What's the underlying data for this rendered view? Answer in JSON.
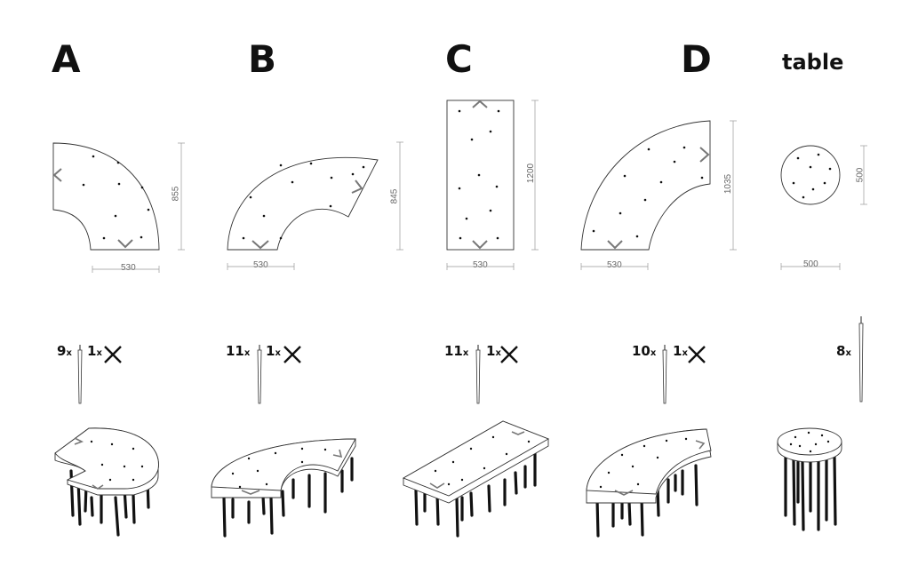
{
  "modules": [
    {
      "label": "A",
      "width_dim": "530",
      "height_dim": "855",
      "legs_count": "9",
      "connector_count": "1",
      "x_mark": "x"
    },
    {
      "label": "B",
      "width_dim": "530",
      "height_dim": "845",
      "legs_count": "11",
      "connector_count": "1",
      "x_mark": "x"
    },
    {
      "label": "C",
      "width_dim": "530",
      "height_dim": "1200",
      "legs_count": "11",
      "connector_count": "1",
      "x_mark": "x"
    },
    {
      "label": "D",
      "width_dim": "530",
      "height_dim": "1035",
      "legs_count": "10",
      "connector_count": "1",
      "x_mark": "x"
    },
    {
      "label": "table",
      "width_dim": "500",
      "height_dim": "500",
      "legs_count": "8",
      "x_mark": "x"
    }
  ],
  "icons": {
    "leg": "table-leg-icon",
    "connector": "cross-connector-icon"
  },
  "colors": {
    "line": "#333333",
    "leg": "#111111",
    "dim": "#888888"
  }
}
